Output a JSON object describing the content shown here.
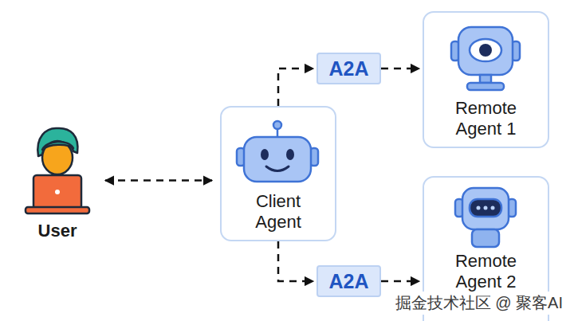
{
  "diagram": {
    "nodes": [
      {
        "text": [
          "User"
        ]
      },
      {
        "text": [
          "Client Agent"
        ]
      },
      {
        "text": [
          "A2A"
        ]
      },
      {
        "text": [
          "Remote Agent 1"
        ]
      },
      {
        "text": [
          "A2A"
        ]
      },
      {
        "text": [
          "Remote Agent 2"
        ]
      }
    ],
    "edges": [
      {
        "from": 0,
        "to": 1,
        "arrow": "both"
      },
      {
        "from": 1,
        "to": 2,
        "arrow": "to"
      },
      {
        "from": 2,
        "to": 3,
        "arrow": "to"
      },
      {
        "from": 1,
        "to": 4,
        "arrow": "to"
      },
      {
        "from": 4,
        "to": 5,
        "arrow": "to"
      }
    ],
    "labels": [
      "掘金技术社区 @ 聚客AI"
    ]
  }
}
